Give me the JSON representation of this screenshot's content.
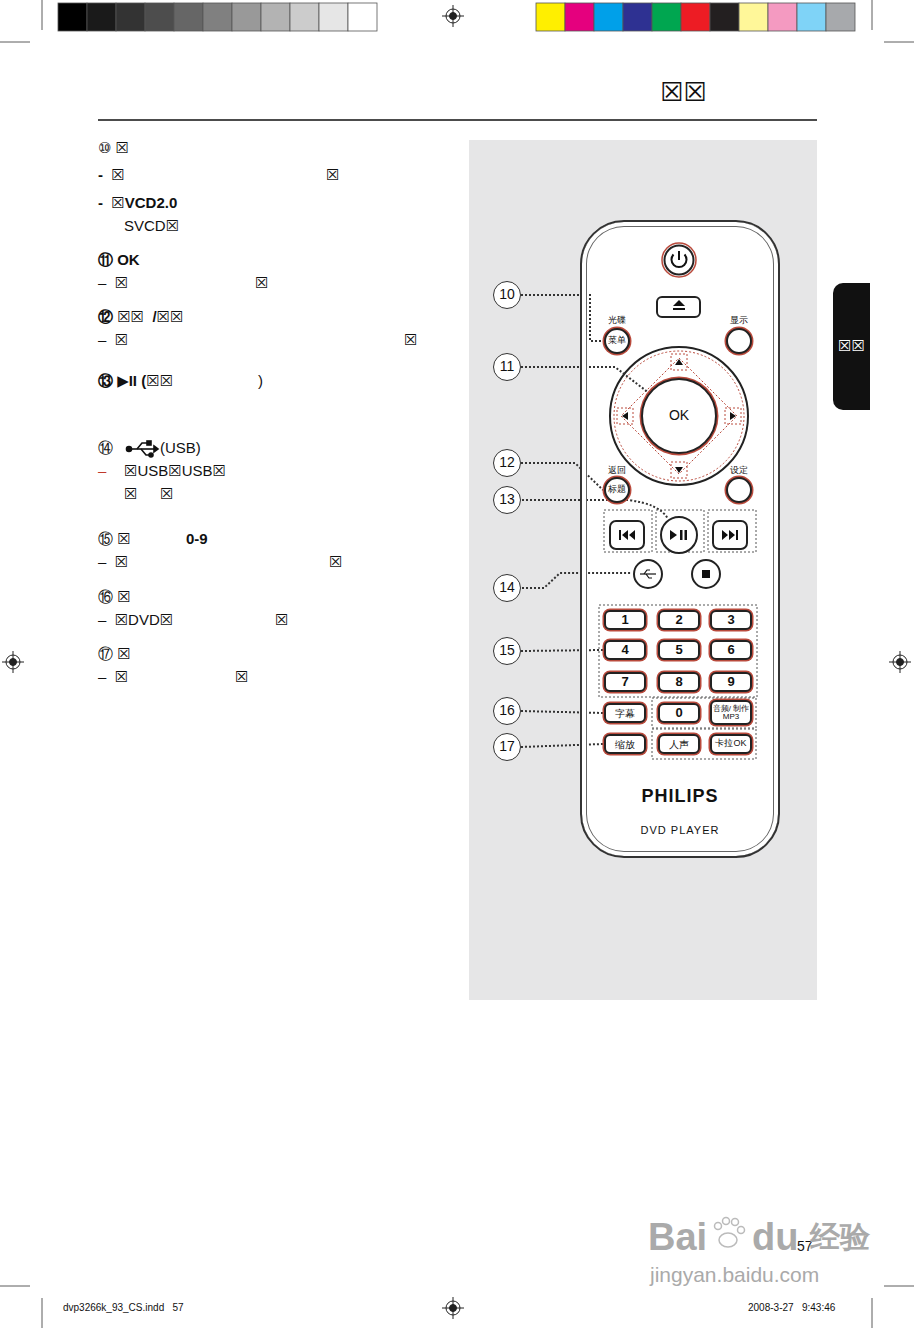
{
  "diagram": {
    "nodes": [
      {
        "text": [
          "PHILIPS",
          "DVD PLAYER"
        ]
      },
      {
        "text": [
          "光碟",
          "菜单"
        ],
        "in": 0
      },
      {
        "text": [
          "显示"
        ],
        "in": 0
      },
      {
        "text": [
          "OK"
        ],
        "in": 0
      },
      {
        "text": [
          "返回",
          "标题"
        ],
        "in": 0
      },
      {
        "text": [
          "设定"
        ],
        "in": 0
      },
      {
        "text": [
          "1"
        ],
        "in": 0
      },
      {
        "text": [
          "2"
        ],
        "in": 0
      },
      {
        "text": [
          "3"
        ],
        "in": 0
      },
      {
        "text": [
          "4"
        ],
        "in": 0
      },
      {
        "text": [
          "5"
        ],
        "in": 0
      },
      {
        "text": [
          "6"
        ],
        "in": 0
      },
      {
        "text": [
          "7"
        ],
        "in": 0
      },
      {
        "text": [
          "8"
        ],
        "in": 0
      },
      {
        "text": [
          "9"
        ],
        "in": 0
      },
      {
        "text": [
          "字幕"
        ],
        "in": 0
      },
      {
        "text": [
          "0"
        ],
        "in": 0
      },
      {
        "text": [
          "音频/ 制作MP3"
        ],
        "in": 0
      },
      {
        "text": [
          "缩放"
        ],
        "in": 0
      },
      {
        "text": [
          "人声"
        ],
        "in": 0
      },
      {
        "text": [
          "卡拉OK"
        ],
        "in": 0
      },
      {
        "text": [
          "10"
        ]
      },
      {
        "text": [
          "11"
        ]
      },
      {
        "text": [
          "12"
        ]
      },
      {
        "text": [
          "13"
        ]
      },
      {
        "text": [
          "14"
        ]
      },
      {
        "text": [
          "15"
        ]
      },
      {
        "text": [
          "16"
        ]
      },
      {
        "text": [
          "17"
        ]
      },
      {
        "text": [
          "☒☒"
        ]
      }
    ],
    "edges": [
      {
        "from": 21,
        "to": 1,
        "arrow": "none"
      },
      {
        "from": 22,
        "to": 3,
        "arrow": "none"
      },
      {
        "from": 23,
        "to": 4,
        "arrow": "none"
      },
      {
        "from": 26,
        "to": 9,
        "arrow": "none"
      },
      {
        "from": 27,
        "to": 15,
        "arrow": "none"
      },
      {
        "from": 28,
        "to": 18,
        "arrow": "none"
      }
    ],
    "labels": [
      "☒☒",
      "⑩ ☒",
      "-  ☒",
      "☒",
      "-  ☒VCD2.0",
      "SVCD☒",
      "⑪ OK",
      "–  ☒",
      "☒",
      "⑫ ☒☒  /☒☒",
      "–  ☒",
      "☒",
      "⑬ ▶II (☒☒",
      ")",
      "⑭",
      "(USB)",
      "–",
      "☒USB☒USB☒",
      "☒",
      "☒",
      "⑮ ☒",
      "0-9",
      "–  ☒",
      "☒",
      "⑯ ☒",
      "–  ☒DVD☒",
      "☒",
      "⑰ ☒",
      "–  ☒",
      "☒",
      "57",
      "Bai",
      "du",
      "经验",
      "jingyan.baidu.com",
      "dvp3266k_93_CS.indd   57",
      "2008-3-27   9:43:46"
    ]
  }
}
